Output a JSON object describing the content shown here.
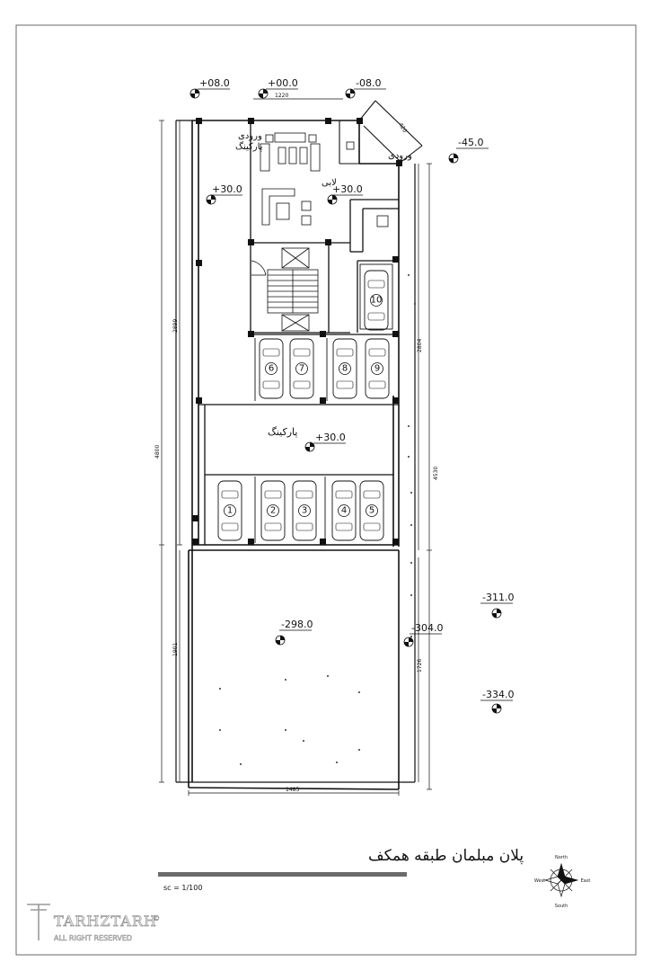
{
  "title": "پلان مبلمان طبقه همکف",
  "scale": "sc = 1/100",
  "levels": [
    "+08.0",
    "+00.0",
    "-08.0",
    "-45.0",
    "+30.0",
    "+30.0",
    "+30.0",
    "-298.0",
    "-304.0",
    "-311.0",
    "-334.0"
  ],
  "dimensions": [
    "1220",
    "420",
    "2899",
    "4800",
    "2804",
    "4530",
    "1901",
    "1726",
    "1485"
  ],
  "room_labels": {
    "parking_entrance_1": "ورودی",
    "parking_entrance_2": "پارکینگ",
    "entrance": "ورودی",
    "lobby": "لابی",
    "parking": "پارکینگ"
  },
  "parking_spaces": [
    "1",
    "2",
    "3",
    "4",
    "5",
    "6",
    "7",
    "8",
    "9",
    "10"
  ],
  "compass": {
    "north": "North",
    "south": "South",
    "east": "East",
    "west": "West"
  },
  "logo": {
    "name": "TARHZTARH",
    "tagline": "ALL RIGHT RESERVED",
    "mark": "©"
  }
}
